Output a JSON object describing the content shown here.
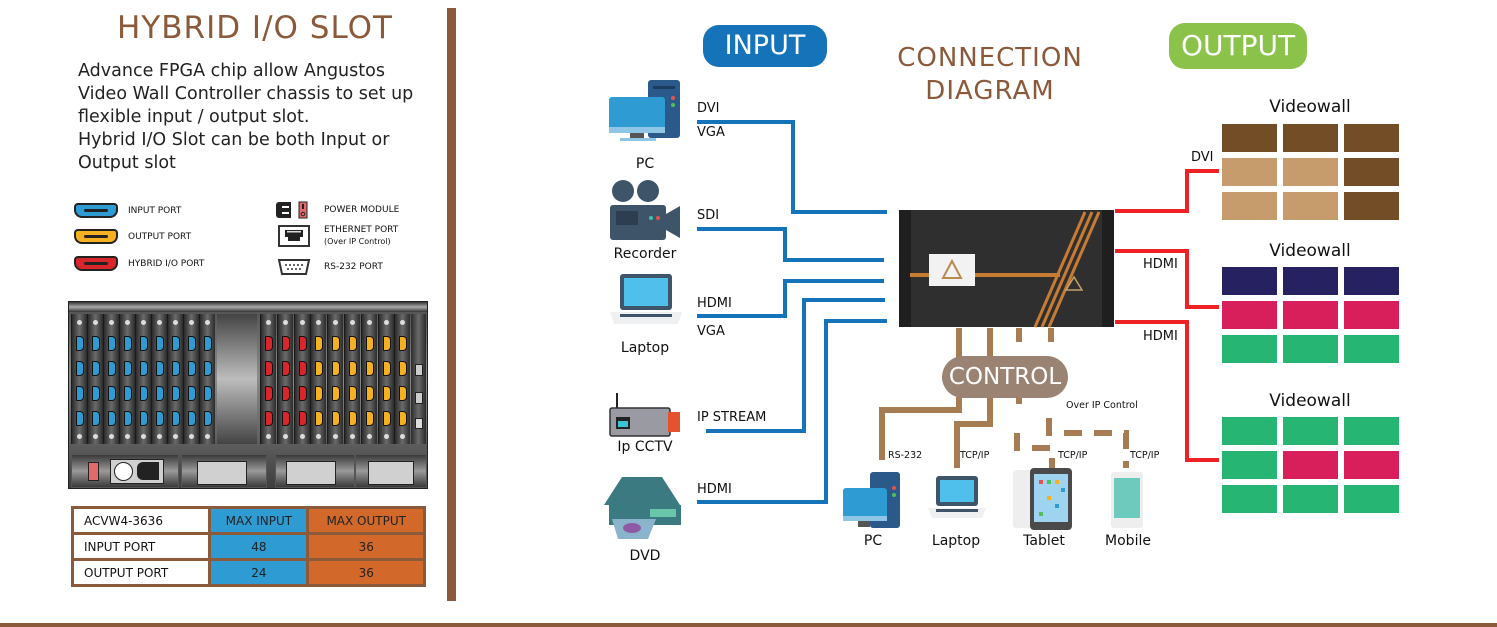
{
  "left_panel": {
    "title": "HYBRID I/O SLOT",
    "description": [
      "Advance FPGA chip allow Angustos",
      "Video Wall Controller chassis to set up",
      "flexible input / output slot.",
      "Hybrid I/O Slot can be both Input or",
      "Output slot"
    ],
    "legend": [
      {
        "icon": "hdmi-port-icon",
        "color": "#2e9bd3",
        "label": "INPUT PORT"
      },
      {
        "icon": "hdmi-port-icon",
        "color": "#f5b120",
        "label": "OUTPUT PORT"
      },
      {
        "icon": "hdmi-port-icon",
        "color": "#d9262a",
        "label": "HYBRID I/O PORT"
      },
      {
        "icon": "power-module-icon",
        "label": "POWER MODULE"
      },
      {
        "icon": "ethernet-port-icon",
        "label": "ETHERNET PORT",
        "sublabel": "(Over IP Control)"
      },
      {
        "icon": "rs232-port-icon",
        "label": "RS-232 PORT"
      }
    ],
    "chassis": {
      "input_slots": 9,
      "hybrid_slots": 3,
      "output_slots": 6,
      "ports_per_slot": 4,
      "colors": {
        "input": "#2e9bd3",
        "output": "#f5b120",
        "hybrid": "#d9262a"
      }
    },
    "spec_table": {
      "headers": [
        "ACVW4-3636",
        "MAX INPUT",
        "MAX OUTPUT"
      ],
      "rows": [
        {
          "label": "INPUT PORT",
          "max_input": "48",
          "max_output": "36"
        },
        {
          "label": "OUTPUT PORT",
          "max_input": "24",
          "max_output": "36"
        }
      ]
    }
  },
  "diagram": {
    "title_line1": "CONNECTION",
    "title_line2": "DIAGRAM",
    "input_label": "INPUT",
    "output_label": "OUTPUT",
    "control_label": "CONTROL",
    "inputs": [
      {
        "icon": "pc-icon",
        "name": "PC",
        "signals": [
          "DVI",
          "VGA"
        ]
      },
      {
        "icon": "video-camera-icon",
        "name": "Recorder",
        "signals": [
          "SDI"
        ]
      },
      {
        "icon": "laptop-icon",
        "name": "Laptop",
        "signals": [
          "HDMI",
          "VGA"
        ]
      },
      {
        "icon": "ip-camera-icon",
        "name": "Ip CCTV",
        "signals": [
          "IP STREAM"
        ]
      },
      {
        "icon": "dvd-player-icon",
        "name": "DVD",
        "signals": [
          "HDMI"
        ]
      }
    ],
    "outputs": [
      {
        "title": "Videowall",
        "signal": "DVI",
        "tiles": [
          "#734d26",
          "#734d26",
          "#734d26",
          "#c69c6d",
          "#c69c6d",
          "#734d26",
          "#c69c6d",
          "#c69c6d",
          "#734d26"
        ]
      },
      {
        "title": "Videowall",
        "signal": "HDMI",
        "tiles": [
          "#262262",
          "#262262",
          "#262262",
          "#d81e5b",
          "#d81e5b",
          "#d81e5b",
          "#27b574",
          "#27b574",
          "#27b574"
        ]
      },
      {
        "title": "Videowall",
        "signal": "HDMI",
        "tiles": [
          "#27b574",
          "#27b574",
          "#27b574",
          "#27b574",
          "#d81e5b",
          "#d81e5b",
          "#27b574",
          "#27b574",
          "#27b574"
        ]
      }
    ],
    "over_ip_label": "Over IP Control",
    "controls": [
      {
        "icon": "pc-icon",
        "name": "PC",
        "protocol": "RS-232"
      },
      {
        "icon": "laptop-icon",
        "name": "Laptop",
        "protocol": "TCP/IP"
      },
      {
        "icon": "tablet-icon",
        "name": "Tablet",
        "protocol": "TCP/IP"
      },
      {
        "icon": "mobile-phone-icon",
        "name": "Mobile",
        "protocol": "TCP/IP"
      }
    ],
    "colors": {
      "input_line": "#1473b9",
      "output_line": "#ec2227",
      "control_line": "#a67c52",
      "accent_brown": "#8a5a3a"
    }
  }
}
